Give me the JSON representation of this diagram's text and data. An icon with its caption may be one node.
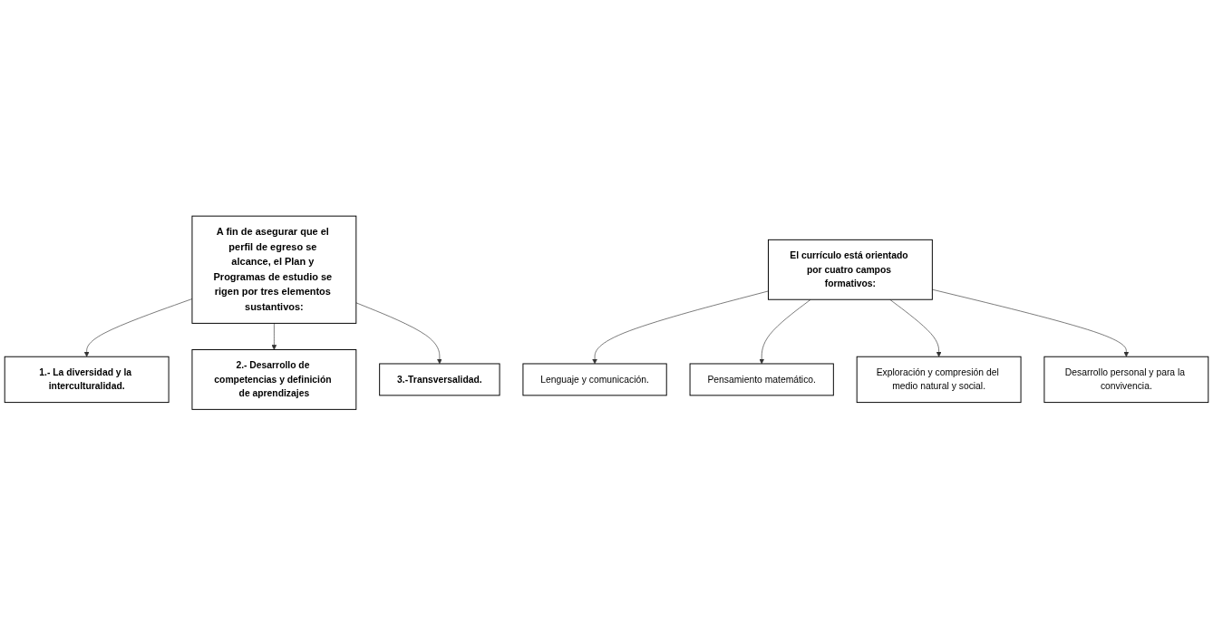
{
  "diagram": {
    "nodes": [
      {
        "text": [
          "A fin de asegurar que el perfil de egreso se alcance, el Plan y Programas de estudio se rigen por tres elementos sustantivos:"
        ]
      },
      {
        "text": [
          "1.- La diversidad y la interculturalidad."
        ]
      },
      {
        "text": [
          "2.- Desarrollo de competencias y definición de aprendizajes"
        ]
      },
      {
        "text": [
          "3.-Transversalidad."
        ]
      },
      {
        "text": [
          "El currículo está orientado por cuatro campos formativos:"
        ]
      },
      {
        "text": [
          "Lenguaje y comunicación."
        ]
      },
      {
        "text": [
          "Pensamiento matemático."
        ]
      },
      {
        "text": [
          "Exploración y compresión del medio natural y social."
        ]
      },
      {
        "text": [
          "Desarrollo personal y para la convivencia."
        ]
      }
    ],
    "edges": [
      {
        "from": 0,
        "to": 1,
        "arrow": "to"
      },
      {
        "from": 0,
        "to": 2,
        "arrow": "to"
      },
      {
        "from": 0,
        "to": 3,
        "arrow": "to"
      },
      {
        "from": 4,
        "to": 5,
        "arrow": "to"
      },
      {
        "from": 4,
        "to": 6,
        "arrow": "to"
      },
      {
        "from": 4,
        "to": 7,
        "arrow": "to"
      },
      {
        "from": 4,
        "to": 8,
        "arrow": "to"
      }
    ]
  }
}
